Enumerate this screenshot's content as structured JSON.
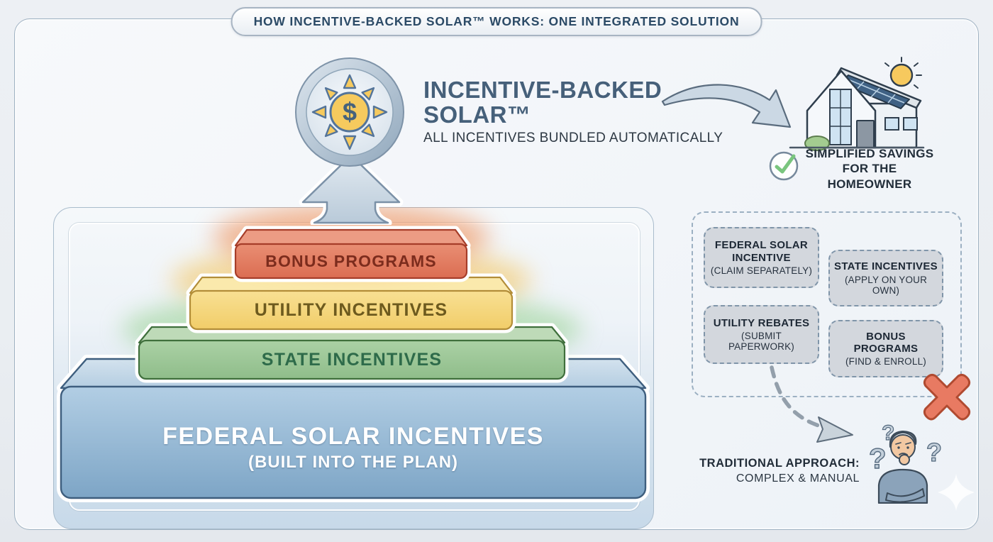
{
  "banner": {
    "title": "HOW INCENTIVE-BACKED SOLAR™ WORKS: ONE INTEGRATED SOLUTION"
  },
  "hero": {
    "title_line1": "INCENTIVE-BACKED",
    "title_line2": "SOLAR™",
    "subtitle": "ALL INCENTIVES BUNDLED AUTOMATICALLY",
    "sun_symbol": "$"
  },
  "homeowner": {
    "caption_line1": "SIMPLIFIED SAVINGS",
    "caption_line2": "FOR THE HOMEOWNER"
  },
  "pyramid": {
    "layers": [
      {
        "id": "bonus",
        "label": "BONUS PROGRAMS",
        "color": "#e07a5f",
        "text_color": "#7c2c1d"
      },
      {
        "id": "utility",
        "label": "UTILITY INCENTIVES",
        "color": "#f4d276",
        "text_color": "#6d5a1e"
      },
      {
        "id": "state",
        "label": "STATE INCENTIVES",
        "color": "#9cc79a",
        "text_color": "#2e6b4a"
      },
      {
        "id": "federal",
        "label": "FEDERAL SOLAR INCENTIVES",
        "sublabel": "(BUILT INTO THE PLAN)",
        "color": "#8fb3d4",
        "text_color": "#ffffff"
      }
    ]
  },
  "traditional": {
    "boxes": [
      {
        "title": "FEDERAL SOLAR INCENTIVE",
        "subtitle": "(CLAIM SEPARATELY)"
      },
      {
        "title": "STATE INCENTIVES",
        "subtitle": "(APPLY ON YOUR OWN)"
      },
      {
        "title": "UTILITY REBATES",
        "subtitle": "(SUBMIT PAPERWORK)"
      },
      {
        "title": "BONUS PROGRAMS",
        "subtitle": "(FIND & ENROLL)"
      }
    ],
    "caption_line1": "TRADITIONAL APPROACH:",
    "caption_line2": "COMPLEX & MANUAL",
    "question_mark": "?"
  },
  "icons": {
    "sun_dollar": "sun-with-dollar",
    "house_solar": "house-with-solar-panels",
    "checkmark": "green-checkmark",
    "red_x": "red-x-mark",
    "confused_person": "confused-person"
  },
  "colors": {
    "x_red": "#e87a62",
    "check_green": "#79c57e",
    "accent_slate": "#46607a",
    "panel_gray": "#d3d7dd"
  }
}
